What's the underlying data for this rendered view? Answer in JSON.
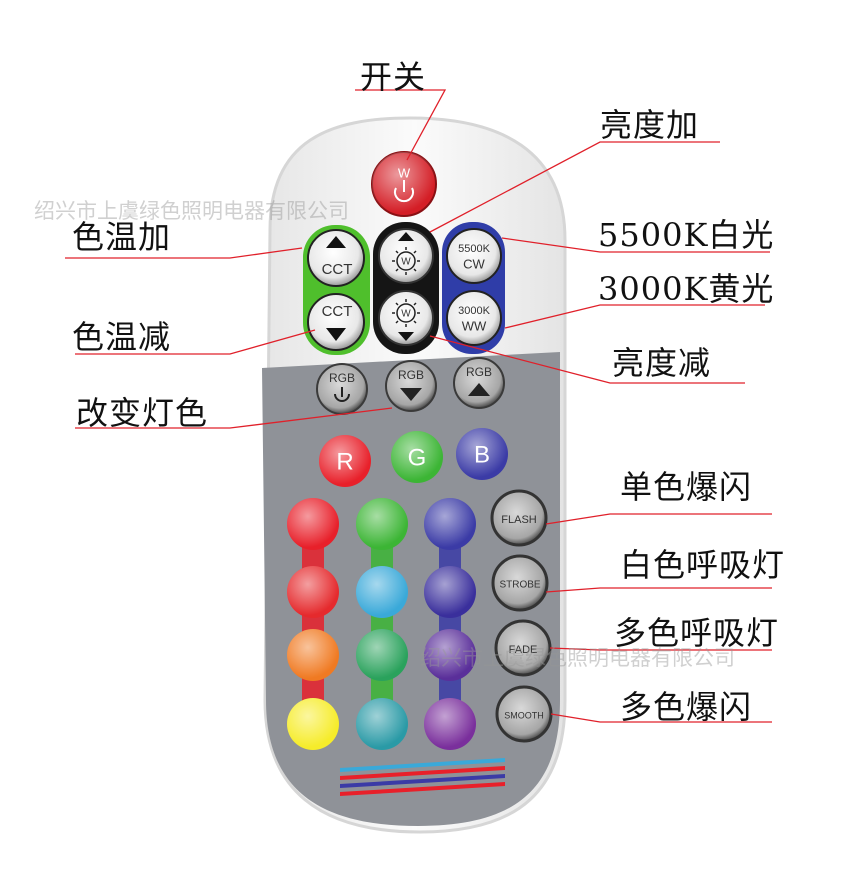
{
  "colors": {
    "annotation_line": "#e0202a",
    "power_button": "#d41e26",
    "cct_bezel": "#4fbf2c",
    "brightness_bezel": "#151515",
    "white_bezel": "#2f3da8",
    "panel_gray": "#8f9298",
    "remote_body": "#f4f4f4"
  },
  "annotations": {
    "power": "开关",
    "brightness_up": "亮度加",
    "cct_up": "色温加",
    "white_5500k": "5500K白光",
    "warm_3000k": "3000K黄光",
    "cct_down": "色温减",
    "brightness_down": "亮度减",
    "change_color": "改变灯色",
    "single_flash": "单色爆闪",
    "white_fade": "白色呼吸灯",
    "multi_fade": "多色呼吸灯",
    "multi_flash": "多色爆闪"
  },
  "watermarks": {
    "top": "绍兴市上虞绿色照明电器有限公司",
    "middle": "绍兴市上虞绿色照明电器有限公司"
  },
  "buttons": {
    "power_letter": "W",
    "cct_label": "CCT",
    "w_label": "W",
    "cw_value": "5500K",
    "cw_label": "CW",
    "ww_value": "3000K",
    "ww_label": "WW",
    "rgb_label": "RGB",
    "r_label": "R",
    "g_label": "G",
    "b_label": "B",
    "flash_label": "FLASH",
    "strobe_label": "STROBE",
    "fade_label": "FADE",
    "smooth_label": "SMOOTH"
  },
  "color_grid": {
    "columns": [
      [
        "#e8202a",
        "#e52a2d",
        "#f07a22",
        "#f6ec2a"
      ],
      [
        "#3cb535",
        "#3aa9d9",
        "#2aa25c",
        "#2a9aa6"
      ],
      [
        "#3b3ba6",
        "#3a2f9c",
        "#5a2f9a",
        "#7a2f9c"
      ]
    ],
    "strips": [
      "#e8202a",
      "#3cb535",
      "#3b3ba6"
    ]
  },
  "bottom_stripes": [
    "#3aa9d9",
    "#e8202a",
    "#3b3ba6",
    "#e8202a"
  ]
}
